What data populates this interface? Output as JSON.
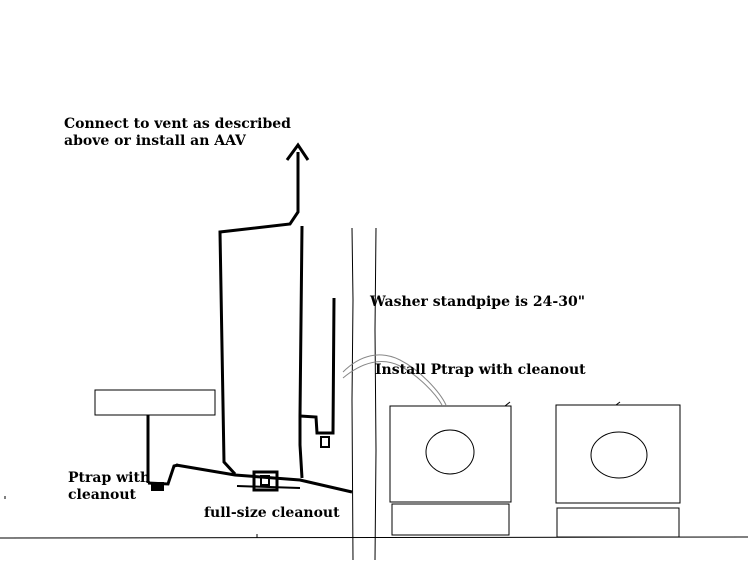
{
  "labels": {
    "vent_line1": "Connect to vent as described",
    "vent_line2": "above or install an AAV",
    "standpipe": "Washer standpipe is 24-30\"",
    "install_ptrap": "Install Ptrap with cleanout",
    "ptrap_line1": "Ptrap with",
    "ptrap_line2": "cleanout",
    "full_size_cleanout": "full-size cleanout"
  },
  "colors": {
    "ink": "#000000",
    "faint": "#888888",
    "background": "#ffffff"
  }
}
